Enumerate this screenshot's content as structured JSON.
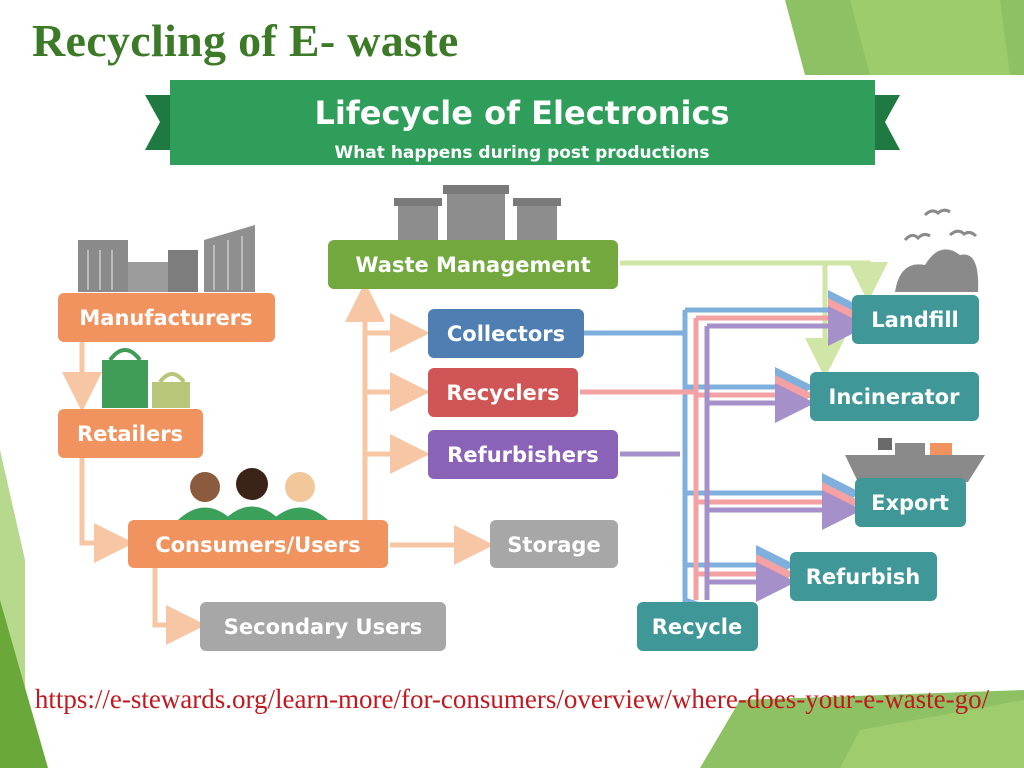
{
  "slide": {
    "title": "Recycling of E- waste",
    "source_url": "https://e-stewards.org/learn-more/for-consumers/overview/where-does-your-e-waste-go/"
  },
  "banner": {
    "title": "Lifecycle of Electronics",
    "subtitle": "What happens during post productions"
  },
  "nodes": {
    "manufacturers": "Manufacturers",
    "retailers": "Retailers",
    "consumers": "Consumers/Users",
    "secondary_users": "Secondary Users",
    "storage": "Storage",
    "waste_management": "Waste Management",
    "collectors": "Collectors",
    "recyclers": "Recyclers",
    "refurbishers": "Refurbishers",
    "landfill": "Landfill",
    "incinerator": "Incinerator",
    "export": "Export",
    "refurbish": "Refurbish",
    "recycle": "Recycle"
  },
  "icons": [
    "factory-icon",
    "shopping-bags-icon",
    "people-icon",
    "trash-cans-icon",
    "landfill-mound-icon",
    "birds-icon",
    "cargo-ship-icon"
  ],
  "colors": {
    "title_green": "#3c7a28",
    "banner_green": "#2e9e5a",
    "orange": "#f0935f",
    "orange_line": "#f7c7a5",
    "gray": "#a7a7a7",
    "olive_green": "#72a83e",
    "green_line": "#cfe6a6",
    "blue": "#4f7fb2",
    "blue_line": "#7fb0dd",
    "red": "#cf5556",
    "red_line": "#f3a1a3",
    "purple": "#8a62b8",
    "purple_line": "#a690c9",
    "teal": "#3f9797",
    "url_red": "#c0191f"
  }
}
